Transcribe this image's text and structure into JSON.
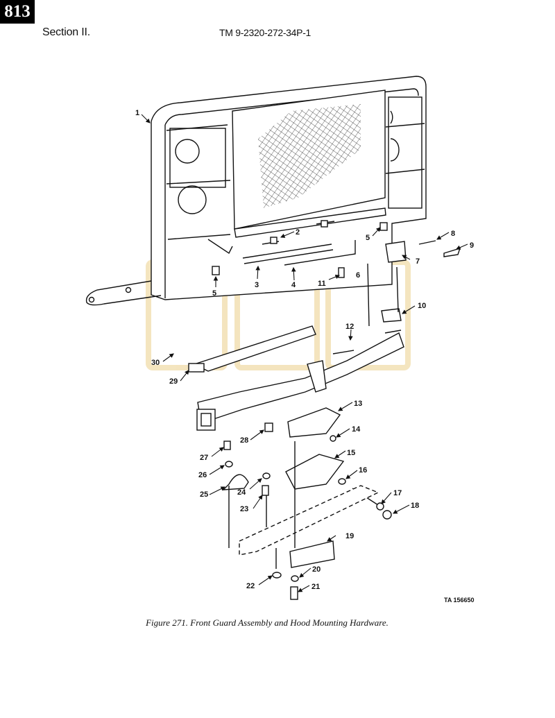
{
  "header": {
    "page_number": "813",
    "section": "Section II.",
    "manual": "TM  9-2320-272-34P-1"
  },
  "figure": {
    "callouts": [
      {
        "id": "c1",
        "label": "1"
      },
      {
        "id": "c2",
        "label": "2"
      },
      {
        "id": "c3",
        "label": "3"
      },
      {
        "id": "c4",
        "label": "4"
      },
      {
        "id": "c5a",
        "label": "5"
      },
      {
        "id": "c5b",
        "label": "5"
      },
      {
        "id": "c6",
        "label": "6"
      },
      {
        "id": "c7",
        "label": "7"
      },
      {
        "id": "c8",
        "label": "8"
      },
      {
        "id": "c9",
        "label": "9"
      },
      {
        "id": "c10",
        "label": "10"
      },
      {
        "id": "c11",
        "label": "11"
      },
      {
        "id": "c12",
        "label": "12"
      },
      {
        "id": "c13",
        "label": "13"
      },
      {
        "id": "c14",
        "label": "14"
      },
      {
        "id": "c15",
        "label": "15"
      },
      {
        "id": "c16",
        "label": "16"
      },
      {
        "id": "c17",
        "label": "17"
      },
      {
        "id": "c18",
        "label": "18"
      },
      {
        "id": "c19",
        "label": "19"
      },
      {
        "id": "c20",
        "label": "20"
      },
      {
        "id": "c21",
        "label": "21"
      },
      {
        "id": "c22",
        "label": "22"
      },
      {
        "id": "c23",
        "label": "23"
      },
      {
        "id": "c24",
        "label": "24"
      },
      {
        "id": "c25",
        "label": "25"
      },
      {
        "id": "c26",
        "label": "26"
      },
      {
        "id": "c27",
        "label": "27"
      },
      {
        "id": "c28",
        "label": "28"
      },
      {
        "id": "c29",
        "label": "29"
      },
      {
        "id": "c30",
        "label": "30"
      }
    ],
    "ta_number": "TA 156650",
    "caption": "Figure 271. Front Guard Assembly and Hood Mounting Hardware."
  }
}
